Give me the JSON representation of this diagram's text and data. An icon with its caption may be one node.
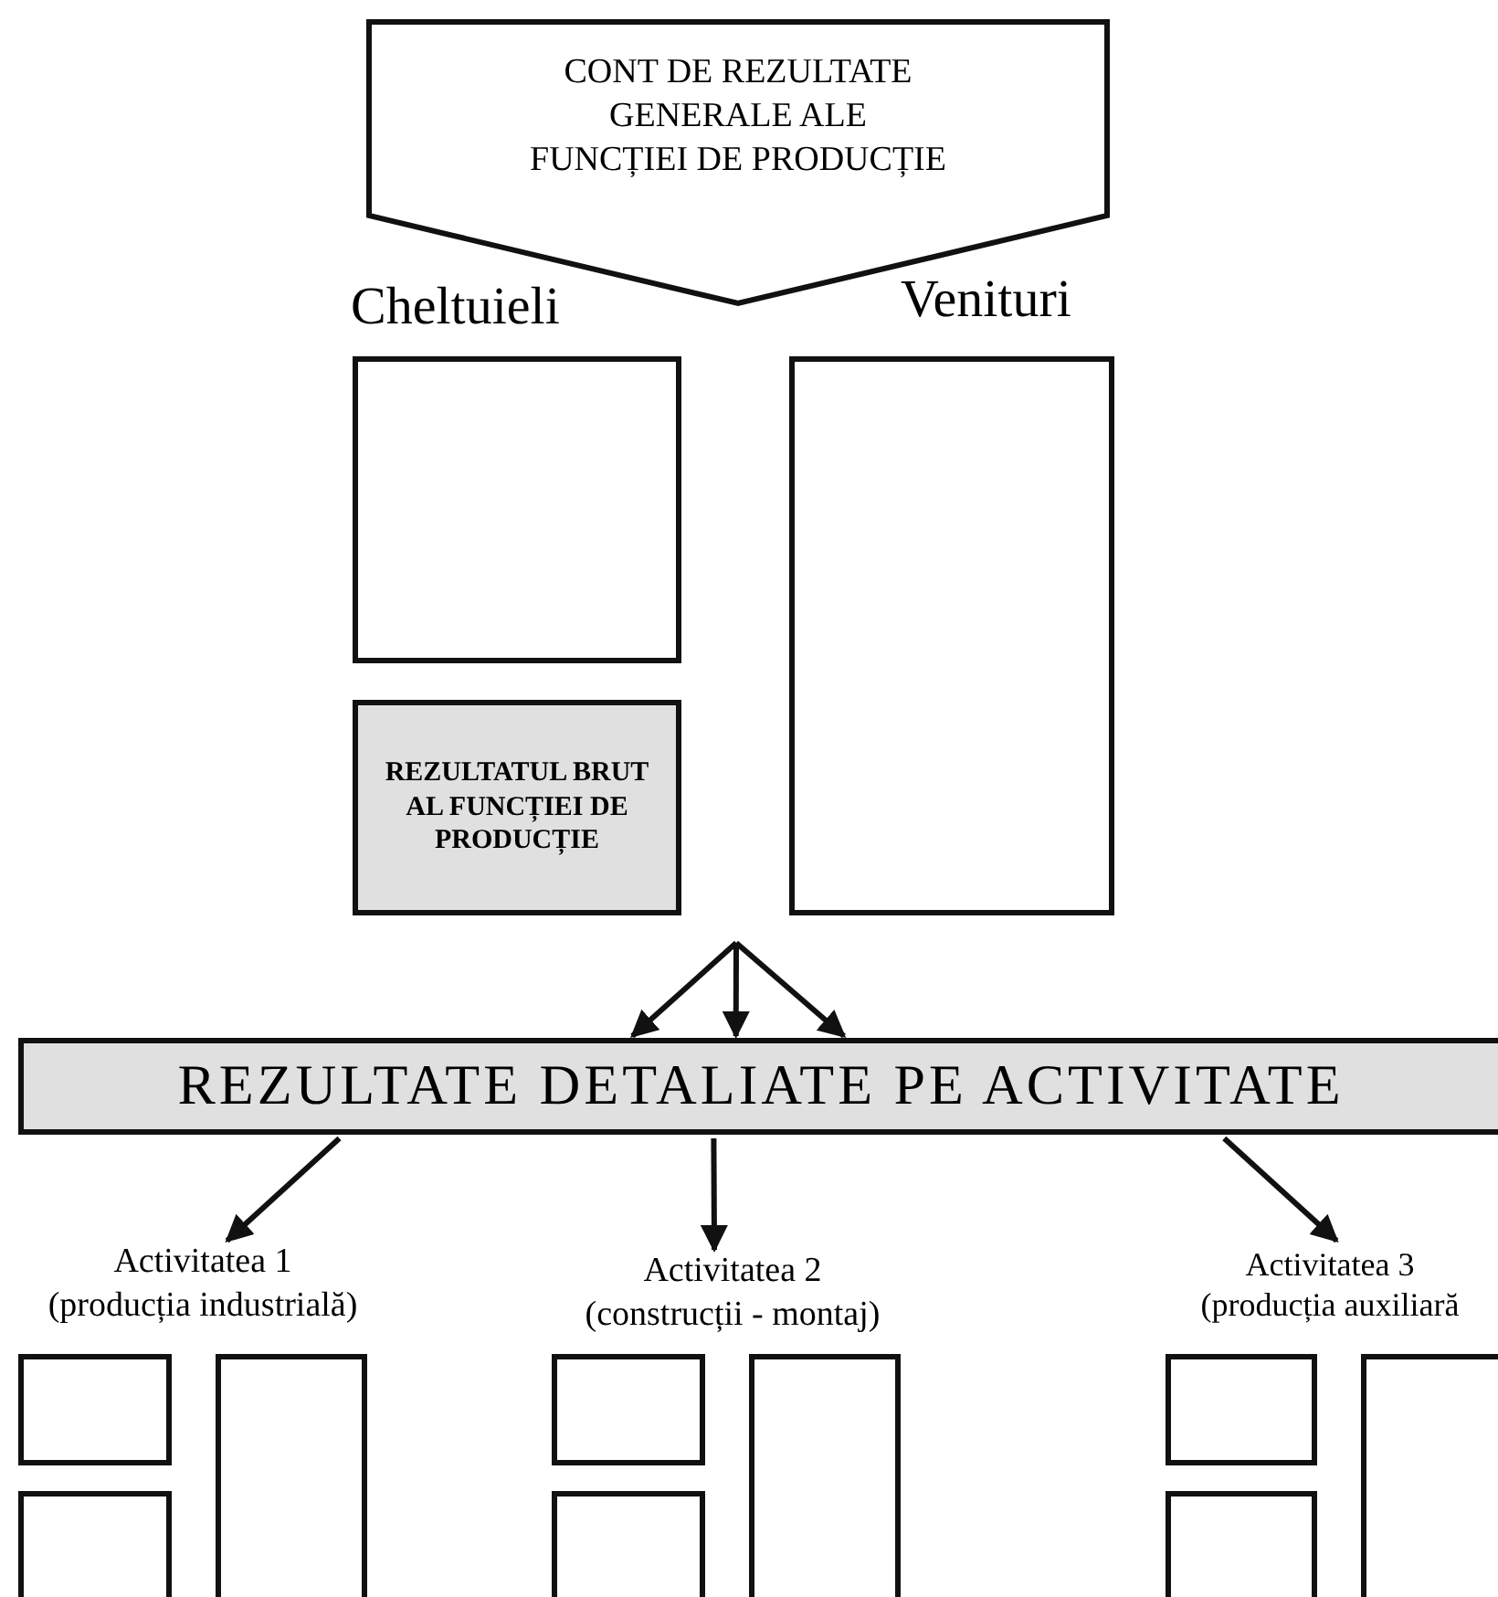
{
  "diagram": {
    "nodes": [
      {
        "text": [
          "CONT DE REZULTATE GENERALE ALE FUNCȚIEI DE PRODUCȚIE"
        ]
      },
      {
        "text": [],
        "shape": "box"
      },
      {
        "text": [],
        "shape": "box"
      },
      {
        "text": [
          "REZULTATUL BRUT AL FUNCȚIEI DE PRODUCȚIE"
        ]
      },
      {
        "text": [
          "REZULTATE DETALIATE PE ACTIVITATE"
        ]
      },
      {
        "text": [
          "Activitatea 1",
          "(producția industrială)"
        ]
      },
      {
        "text": [
          "Activitatea 2",
          "(construcții - montaj)"
        ]
      },
      {
        "text": [
          "Activitatea 3",
          "(producția auxiliară"
        ]
      },
      {
        "text": [],
        "shape": "box"
      },
      {
        "text": [],
        "shape": "box"
      },
      {
        "text": [],
        "shape": "box"
      },
      {
        "text": [],
        "shape": "box"
      },
      {
        "text": [],
        "shape": "box"
      },
      {
        "text": [],
        "shape": "box"
      },
      {
        "text": [],
        "shape": "box"
      },
      {
        "text": [],
        "shape": "box"
      },
      {
        "text": [],
        "shape": "box"
      }
    ],
    "edges": [
      {
        "from": null,
        "to": 4,
        "arrow": "to"
      },
      {
        "from": null,
        "to": 4,
        "arrow": "to"
      },
      {
        "from": null,
        "to": 4,
        "arrow": "to"
      },
      {
        "from": 4,
        "to": 5,
        "arrow": "to"
      },
      {
        "from": 4,
        "to": 6,
        "arrow": "to"
      },
      {
        "from": 4,
        "to": 7,
        "arrow": "to"
      }
    ],
    "labels": [
      "Cheltuieli",
      "Venituri"
    ]
  }
}
